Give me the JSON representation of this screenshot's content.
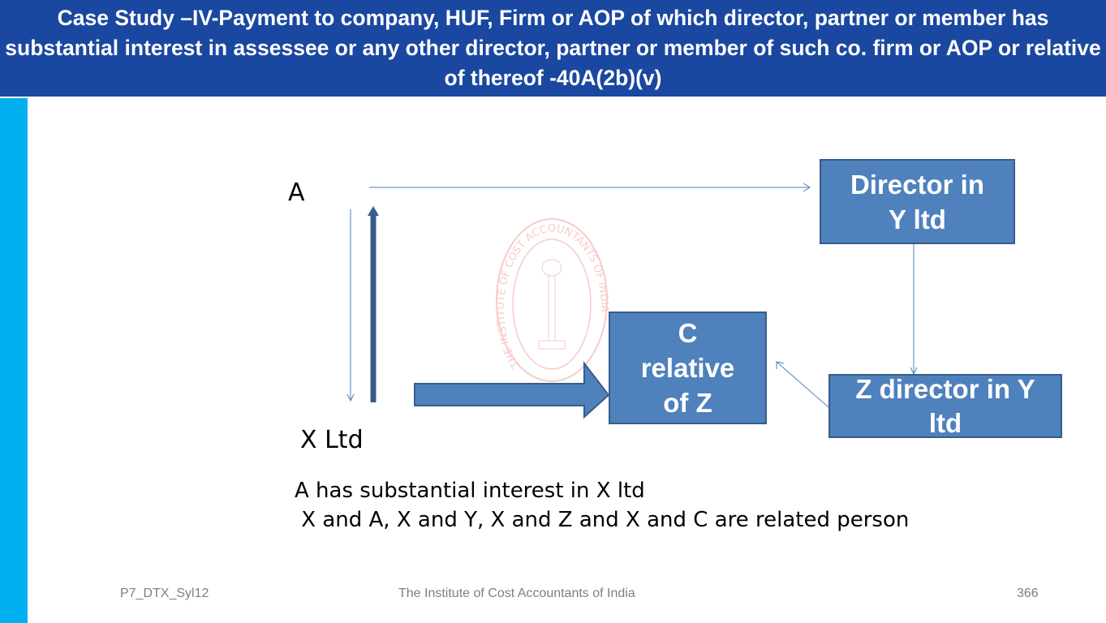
{
  "header": {
    "title": "Case Study –IV-Payment to company, HUF, Firm or AOP of which director, partner or member has substantial interest in assessee or any other  director, partner or member of such co. firm or AOP or relative of thereof -40A(2b)(v)"
  },
  "diagram": {
    "label_a": "A",
    "label_x": "X Ltd",
    "box_director": "Director in\nY ltd",
    "box_c": "C\nrelative\nof Z",
    "box_z": "Z director in Y\nltd",
    "watermark": "THE INSTITUTE OF COST ACCOUNTANTS OF INDIA"
  },
  "notes": [
    "A has substantial interest in X ltd",
    " X and A, X and Y, X and Z and X and C are related person"
  ],
  "footer": {
    "left": "P7_DTX_Syl12",
    "center": "The Institute of Cost Accountants of India",
    "page": "366"
  },
  "colors": {
    "header": "#1a47a0",
    "sidebar": "#00b0f0",
    "box": "#4f81bd"
  }
}
